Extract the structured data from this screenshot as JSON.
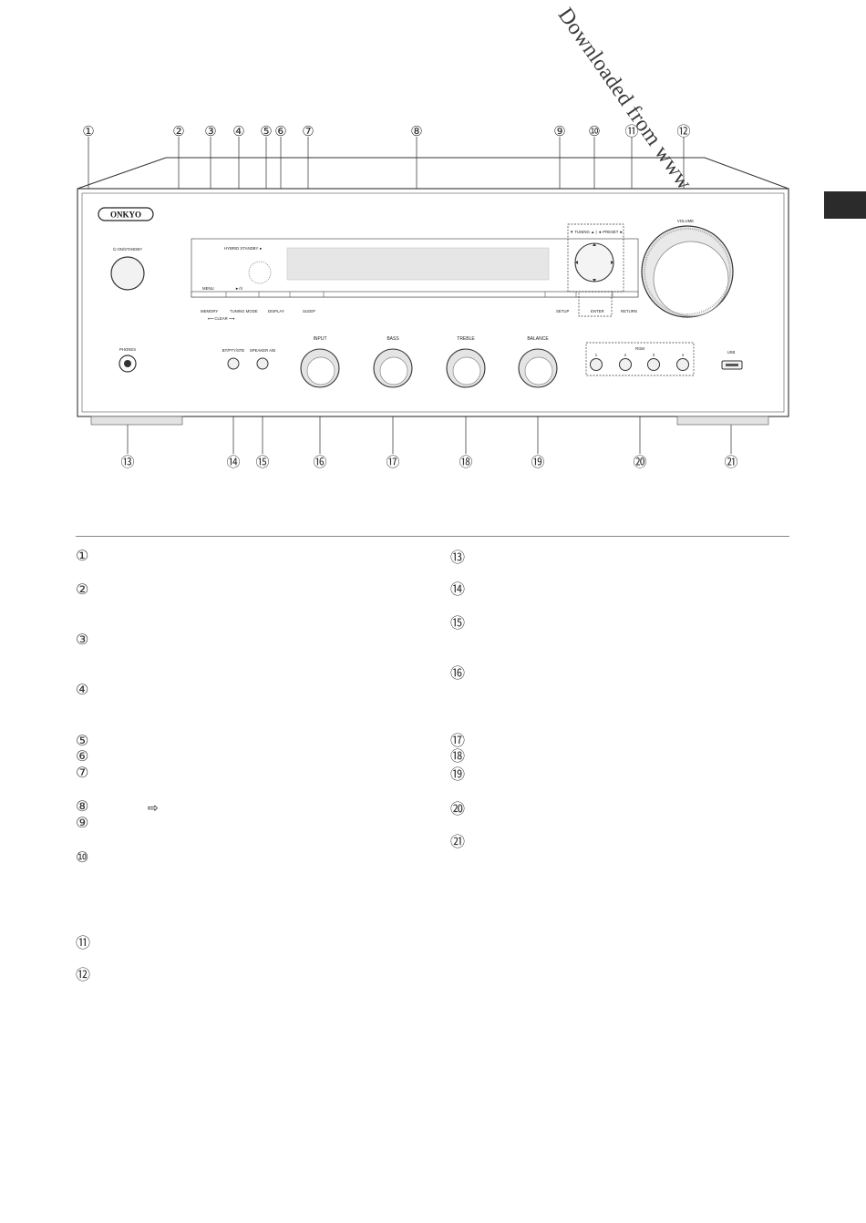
{
  "watermark": "Downloaded from www.vandenborre.be",
  "callouts_top": [
    "①",
    "②",
    "③",
    "④",
    "⑤",
    "⑥",
    "⑦",
    "⑧",
    "⑨",
    "⑩",
    "⑪",
    "⑫"
  ],
  "callouts_bottom": [
    "⑬",
    "⑭",
    "⑮",
    "⑯",
    "⑰",
    "⑱",
    "⑲",
    "⑳",
    "㉑"
  ],
  "panel": {
    "brand": "ONKYO",
    "on_standby": "⏻ ON/STANDBY",
    "hybrid_standby": "HYBRID STANDBY ●",
    "menu": "MENU",
    "play_pause": "►/II",
    "memory": "MEMORY",
    "tuning_mode": "TUNING MODE",
    "clear": "⟵ CLEAR ⟶",
    "display": "DISPLAY",
    "sleep": "SLEEP",
    "setup": "SETUP",
    "enter": "ENTER",
    "return": "RETURN",
    "tuning_preset": "▼ TUNING ▲ | ◄ PRESET ►",
    "volume": "VOLUME",
    "phones": "PHONES",
    "bright_std": "BT/PTY/STE",
    "speaker_ab": "SPEAKER A/B",
    "input": "INPUT",
    "bass": "BASS",
    "treble": "TREBLE",
    "balance": "BALANCE",
    "rgm": "RGM",
    "rgm_nums": [
      "1",
      "2",
      "3",
      "4"
    ],
    "usb": "USB"
  },
  "list_left": [
    "①",
    "②",
    "③",
    "④",
    "⑤",
    "⑥",
    "⑦",
    "⑧",
    "⑨",
    "⑩",
    "⑪",
    "⑫"
  ],
  "list_right": [
    "⑬",
    "⑭",
    "⑮",
    "⑯",
    "⑰",
    "⑱",
    "⑲",
    "⑳",
    "㉑"
  ],
  "arrow_glyph": "⇨"
}
